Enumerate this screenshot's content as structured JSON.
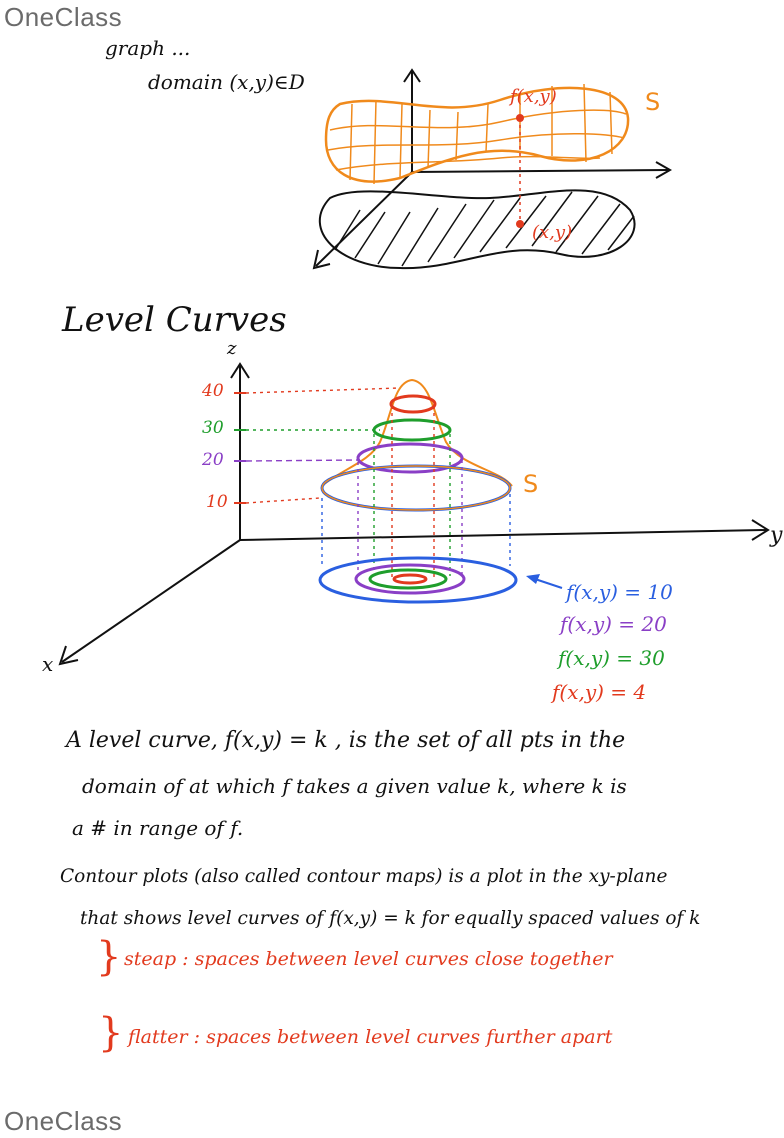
{
  "header": {
    "logo": "OneClass"
  },
  "footer": {
    "logo": "OneClass"
  },
  "top_figure": {
    "partial_line": "graph ...",
    "domain_label": "domain (x,y)∈D",
    "point_label": "f(x,y)",
    "domain_point_label": "(x,y)",
    "surface_label": "S"
  },
  "section": {
    "title": "Level Curves"
  },
  "level_figure": {
    "z_axis": "z",
    "x_axis": "x",
    "y_axis": "y",
    "surface_label": "S",
    "ticks": [
      {
        "label": "40",
        "color": "#e23a1e"
      },
      {
        "label": "30",
        "color": "#1f9e2c"
      },
      {
        "label": "20",
        "color": "#8a3fc6"
      },
      {
        "label": "10",
        "color": "#e23a1e"
      }
    ],
    "legend": [
      {
        "text": "f(x,y) = 10",
        "color": "#2a5fe0"
      },
      {
        "text": "f(x,y) = 20",
        "color": "#8a3fc6"
      },
      {
        "text": "f(x,y) = 30",
        "color": "#1f9e2c"
      },
      {
        "text": "f(x,y) = 4",
        "color": "#e23a1e"
      }
    ]
  },
  "definition": {
    "line1": "A level curve, f(x,y) = k , is the set of all pts in the",
    "line2": "domain of at which f takes a given value k, where k is",
    "line3": "a # in range of f."
  },
  "contour": {
    "line1": "Contour plots (also called contour maps) is a plot in the xy-plane",
    "line2": "that shows level curves of f(x,y) = k  for equally spaced values of k"
  },
  "notes": {
    "steep": "steap : spaces between level curves close together",
    "flatter": "flatter : spaces between level curves further apart"
  }
}
